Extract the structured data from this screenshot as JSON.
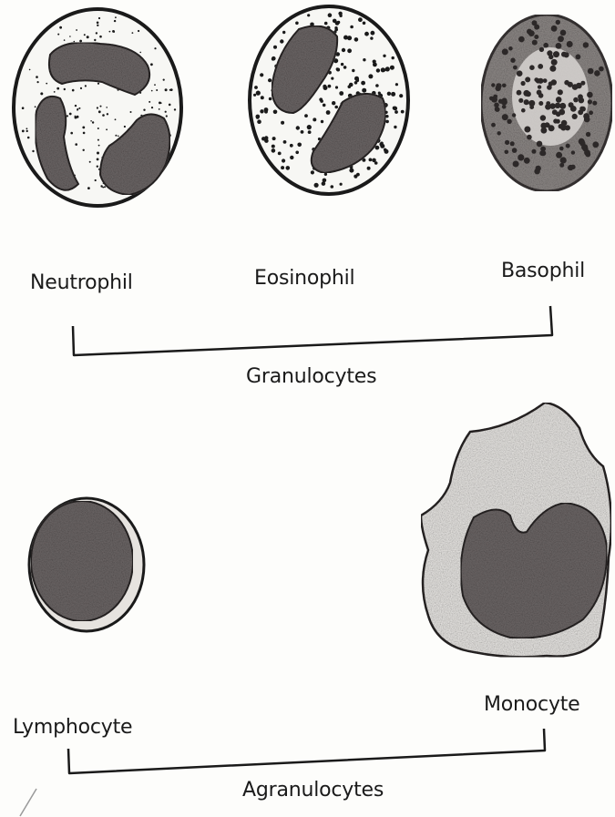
{
  "diagram": {
    "granulocytes": {
      "group_label": "Granulocytes",
      "cells": [
        {
          "name": "Neutrophil"
        },
        {
          "name": "Eosinophil"
        },
        {
          "name": "Basophil"
        }
      ]
    },
    "agranulocytes": {
      "group_label": "Agranulocytes",
      "cells": [
        {
          "name": "Lymphocyte"
        },
        {
          "name": "Monocyte"
        }
      ]
    },
    "colors": {
      "ink": "#1a1a1a",
      "nucleus": "#6e6868",
      "cytoplasm": "#f7f7f4",
      "basophil_body": "#8f8a88",
      "monocyte_cytoplasm": "#ebe9e6"
    }
  }
}
